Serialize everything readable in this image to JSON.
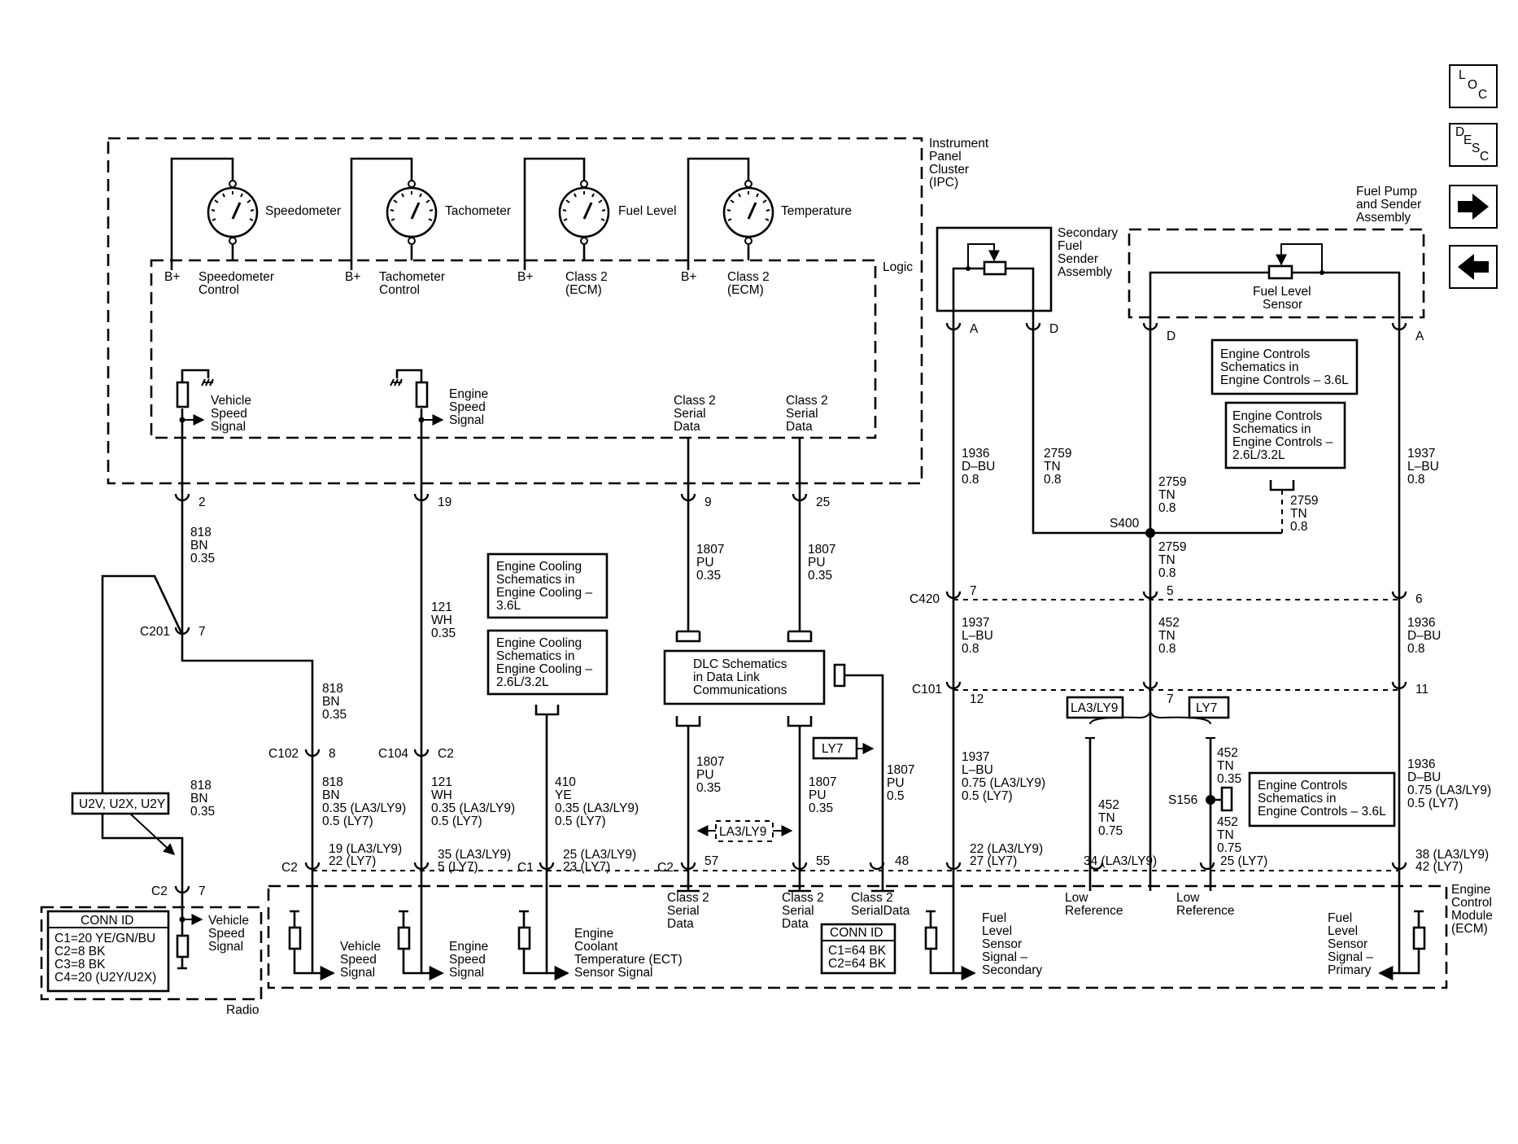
{
  "nav": {
    "loc": [
      "L",
      "O",
      "C"
    ],
    "desc": [
      "D",
      "E",
      "S",
      "C"
    ]
  },
  "ipc": {
    "title": [
      "Instrument",
      "Panel",
      "Cluster",
      "(IPC)"
    ],
    "logic": "Logic",
    "gauges": [
      "Speedometer",
      "Tachometer",
      "Fuel Level",
      "Temperature"
    ],
    "bplus": "B+",
    "controls": [
      [
        "Speedometer",
        "Control"
      ],
      [
        "Tachometer",
        "Control"
      ],
      [
        "Class 2",
        "(ECM)"
      ],
      [
        "Class 2",
        "(ECM)"
      ]
    ],
    "signals": [
      [
        "Vehicle",
        "Speed",
        "Signal"
      ],
      [
        "Engine",
        "Speed",
        "Signal"
      ],
      [
        "Class 2",
        "Serial",
        "Data"
      ],
      [
        "Class 2",
        "Serial",
        "Data"
      ]
    ],
    "pins": [
      "2",
      "19",
      "9",
      "25"
    ]
  },
  "secondary_sender": {
    "title": [
      "Secondary",
      "Fuel",
      "Sender",
      "Assembly"
    ],
    "pins": [
      "A",
      "D"
    ]
  },
  "fuel_pump": {
    "title": [
      "Fuel Pump",
      "and Sender",
      "Assembly"
    ],
    "sensor": [
      "Fuel Level",
      "Sensor"
    ],
    "pins": [
      "D",
      "A"
    ]
  },
  "refs": {
    "cool36": [
      "Engine Cooling",
      "Schematics in",
      "Engine Cooling –",
      "3.6L"
    ],
    "cool26": [
      "Engine Cooling",
      "Schematics in",
      "Engine Cooling –",
      "2.6L/3.2L"
    ],
    "dlc": [
      "DLC Schematics",
      "in Data Link",
      "Communications"
    ],
    "ctl36a": [
      "Engine Controls",
      "Schematics in",
      "Engine Controls – 3.6L"
    ],
    "ctl26": [
      "Engine Controls",
      "Schematics in",
      "Engine Controls –",
      "2.6L/3.2L"
    ],
    "ctl36b": [
      "Engine Controls",
      "Schematics in",
      "Engine Controls – 3.6L"
    ]
  },
  "wires": {
    "w818a": [
      "818",
      "BN",
      "0.35"
    ],
    "w818b": [
      "818",
      "BN",
      "0.35"
    ],
    "w818c": [
      "818",
      "BN",
      "0.35"
    ],
    "w818d": [
      "818",
      "BN",
      "0.35 (LA3/LY9)",
      "0.5 (LY7)"
    ],
    "w121a": [
      "121",
      "WH",
      "0.35"
    ],
    "w121b": [
      "121",
      "WH",
      "0.35 (LA3/LY9)",
      "0.5 (LY7)"
    ],
    "w410": [
      "410",
      "YE",
      "0.35 (LA3/LY9)",
      "0.5 (LY7)"
    ],
    "w1807a": [
      "1807",
      "PU",
      "0.35"
    ],
    "w1807b": [
      "1807",
      "PU",
      "0.35"
    ],
    "w1807c": [
      "1807",
      "PU",
      "0.35"
    ],
    "w1807d": [
      "1807",
      "PU",
      "0.35"
    ],
    "w1807e": [
      "1807",
      "PU",
      "0.5"
    ],
    "w1936a": [
      "1936",
      "D–BU",
      "0.8"
    ],
    "w2759a": [
      "2759",
      "TN",
      "0.8"
    ],
    "w2759b": [
      "2759",
      "TN",
      "0.8"
    ],
    "w2759c": [
      "2759",
      "TN",
      "0.8"
    ],
    "w2759d": [
      "2759",
      "TN",
      "0.8"
    ],
    "w1937a": [
      "1937",
      "L–BU",
      "0.8"
    ],
    "w1937b": [
      "1937",
      "L–BU",
      "0.8"
    ],
    "w452a": [
      "452",
      "TN",
      "0.8"
    ],
    "w1936b": [
      "1936",
      "D–BU",
      "0.8"
    ],
    "w1937c": [
      "1937",
      "L–BU",
      "0.75 (LA3/LY9)",
      "0.5 (LY7)"
    ],
    "w452b": [
      "452",
      "TN",
      "0.75"
    ],
    "w452c": [
      "452",
      "TN",
      "0.35"
    ],
    "w452d": [
      "452",
      "TN",
      "0.75"
    ],
    "w1936c": [
      "1936",
      "D–BU",
      "0.75 (LA3/LY9)",
      "0.5 (LY7)"
    ]
  },
  "connectors": {
    "c201": "C201",
    "c201_pin": "7",
    "c102": "C102",
    "c102_pin": "8",
    "c104": "C104",
    "c104_pin": "C2",
    "c420": "C420",
    "c420_pins": [
      "7",
      "5",
      "6"
    ],
    "c101": "C101",
    "c101_pins": [
      "12",
      "7",
      "11"
    ],
    "s400": "S400",
    "s156": "S156",
    "c2": "C2",
    "c1": "C1",
    "radio_c2_pin": "7"
  },
  "ecm_pins": {
    "p1": [
      "19 (LA3/LY9)",
      "22 (LY7)"
    ],
    "p2": [
      "35 (LA3/LY9)",
      "5 (LY7)"
    ],
    "p3": [
      "25 (LA3/LY9)",
      "23 (LY7)"
    ],
    "p4": "57",
    "p5": "55",
    "p6": "48",
    "p7": [
      "22 (LA3/LY9)",
      "27 (LY7)"
    ],
    "p8": "34 (LA3/LY9)",
    "p9": "25 (LY7)",
    "p10": [
      "38 (LA3/LY9)",
      "42 (LY7)"
    ]
  },
  "options": {
    "u2": "U2V, U2X, U2Y",
    "ly7": "LY7",
    "la3": "LA3/LY9"
  },
  "ecm": {
    "title": [
      "Engine",
      "Control",
      "Module",
      "(ECM)"
    ],
    "signals": {
      "vss": [
        "Vehicle",
        "Speed",
        "Signal"
      ],
      "ess": [
        "Engine",
        "Speed",
        "Signal"
      ],
      "ect": [
        "Engine",
        "Coolant",
        "Temperature (ECT)",
        "Sensor Signal"
      ],
      "cs1": [
        "Class 2",
        "Serial",
        "Data"
      ],
      "cs2": [
        "Class 2",
        "Serial",
        "Data"
      ],
      "cs3": [
        "Class 2",
        "SerialData"
      ],
      "fls2": [
        "Fuel",
        "Level",
        "Sensor",
        "Signal –",
        "Secondary"
      ],
      "lr1": [
        "Low",
        "Reference"
      ],
      "lr2": [
        "Low",
        "Reference"
      ],
      "fls1": [
        "Fuel",
        "Level",
        "Sensor",
        "Signal –",
        "Primary"
      ]
    },
    "conn_id": {
      "title": "CONN ID",
      "items": [
        "C1=64 BK",
        "C2=64 BK"
      ]
    }
  },
  "radio": {
    "title": "Radio",
    "signal": [
      "Vehicle",
      "Speed",
      "Signal"
    ],
    "conn_id": {
      "title": "CONN ID",
      "items": [
        "C1=20 YE/GN/BU",
        "C2=8 BK",
        "C3=8 BK",
        "C4=20 (U2Y/U2X)"
      ]
    }
  }
}
